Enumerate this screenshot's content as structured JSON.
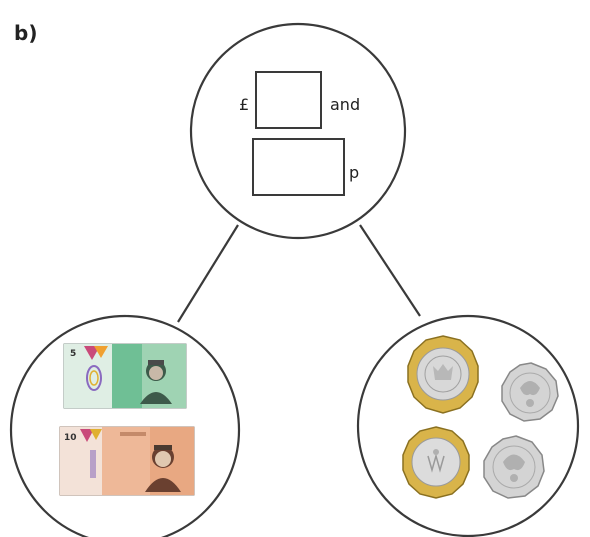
{
  "question": {
    "part_label": "b)"
  },
  "whole_circle": {
    "pound_symbol": "£",
    "and_word": "and",
    "pence_symbol": "p",
    "pounds_value": "",
    "pence_value": ""
  },
  "left_part": {
    "notes": [
      {
        "denomination": "5",
        "icon": "five-pound-note"
      },
      {
        "denomination": "10",
        "icon": "ten-pound-note"
      }
    ]
  },
  "right_part": {
    "coins": [
      {
        "icon": "one-pound-coin"
      },
      {
        "icon": "twenty-pence-coin"
      },
      {
        "icon": "one-pound-coin"
      },
      {
        "icon": "twenty-pence-coin"
      }
    ]
  },
  "colors": {
    "line": "#3a3a3a",
    "five_note": "#8fc9a8",
    "ten_note": "#e8a882",
    "gold": "#d9b44a",
    "silver": "#d4d4d4"
  }
}
